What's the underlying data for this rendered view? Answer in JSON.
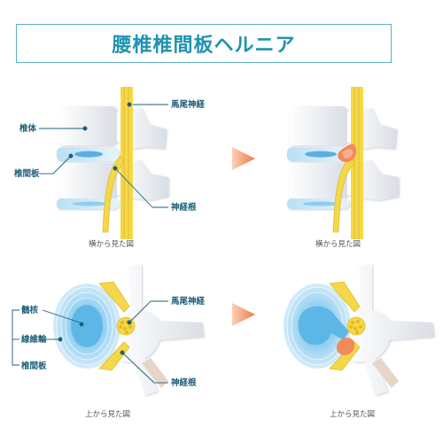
{
  "title": "腰椎椎間板ヘルニア",
  "labels": {
    "vertebral_body": "椎体",
    "disc": "椎間板",
    "cauda_equina": "馬尾神経",
    "nerve_root": "神経根",
    "nucleus": "髄核",
    "annulus": "線維輪"
  },
  "captions": {
    "side_view": "横から見た図",
    "top_view": "上から見た図"
  },
  "colors": {
    "accent": "#1f93b1",
    "bone": "#ffffff",
    "bone_shadow": "#dfe4ea",
    "disc": "#c7e6f6",
    "nerve": "#f4d84a",
    "herniation": "#f08a5d",
    "arrow": "#f08050"
  },
  "icons": [
    "right-arrow-icon"
  ]
}
